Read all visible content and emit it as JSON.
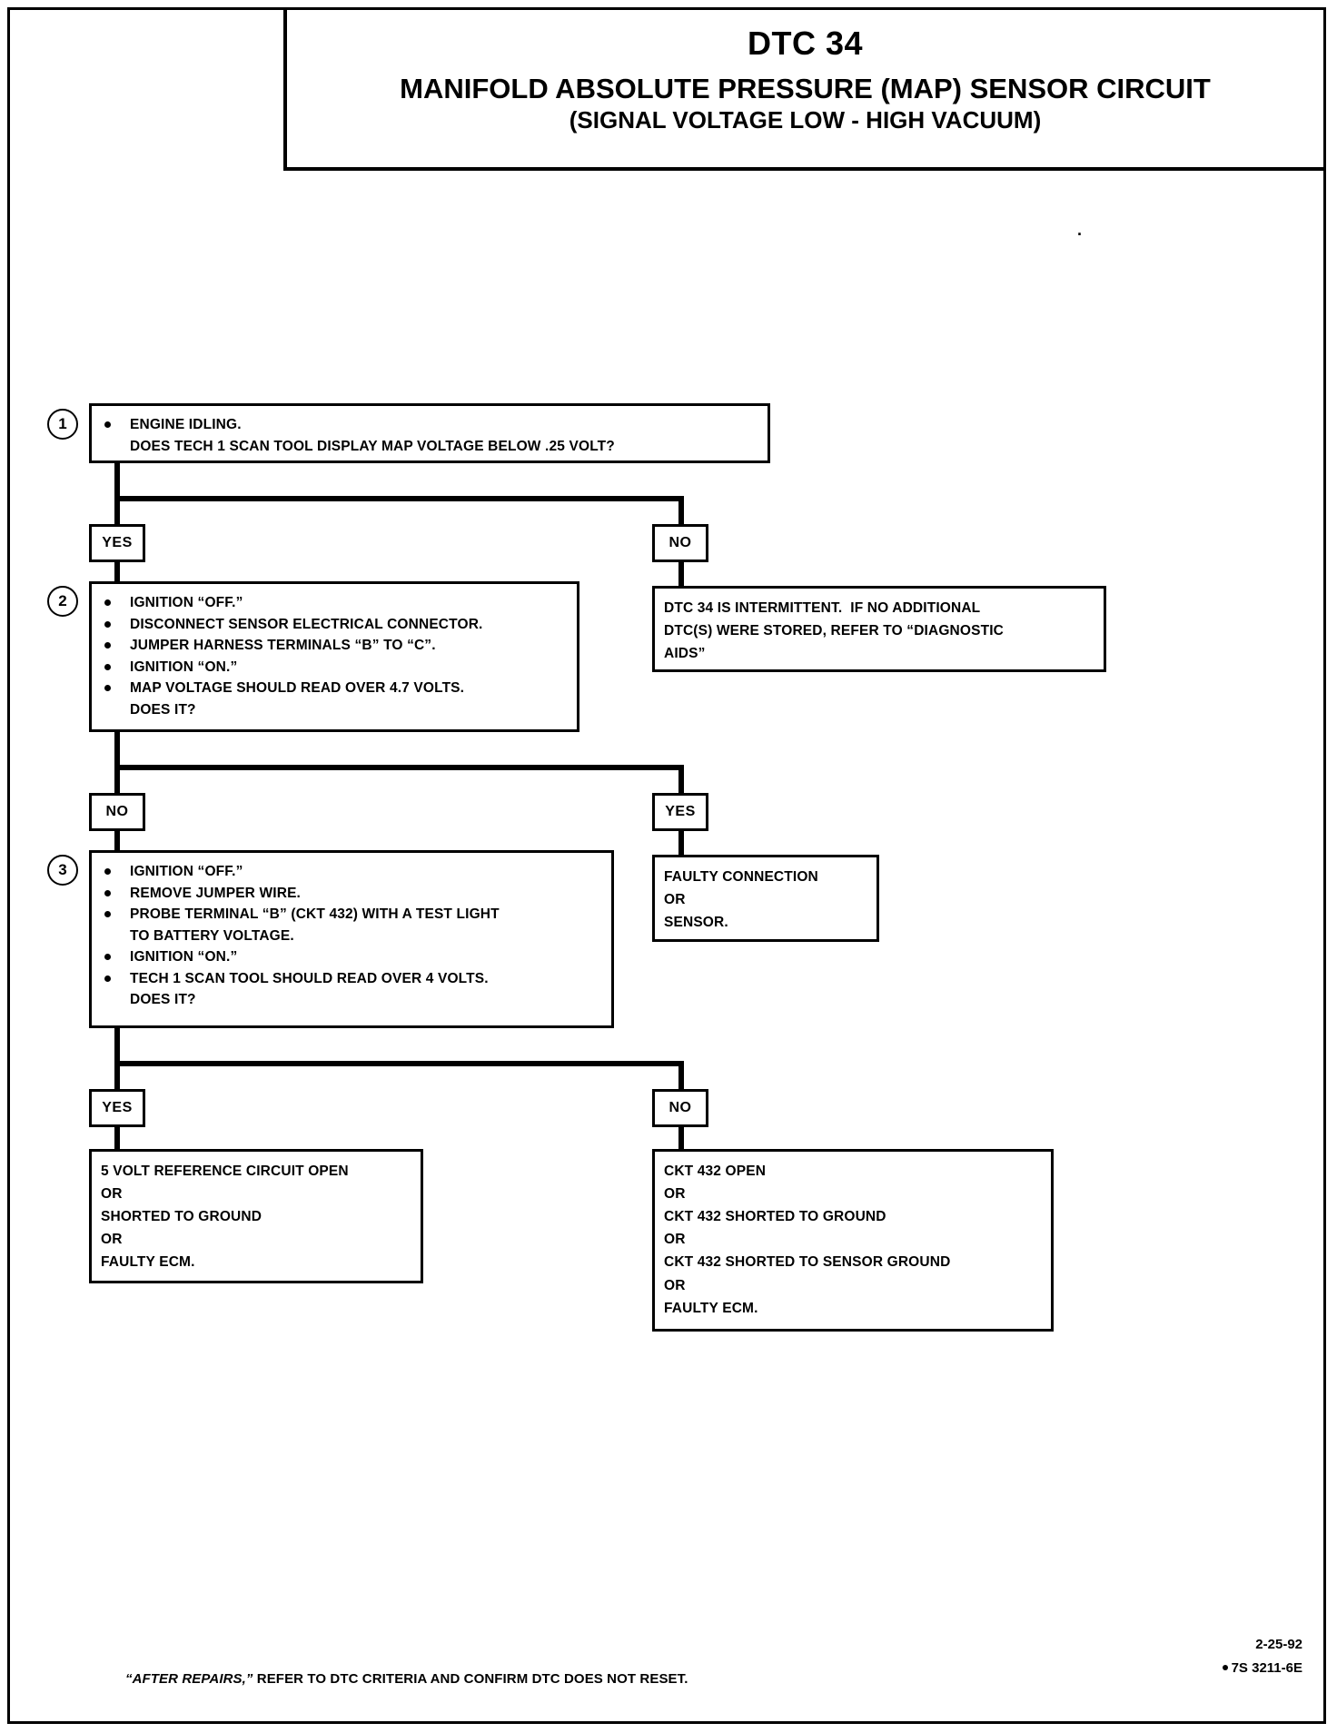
{
  "header": {
    "dtc": "DTC 34",
    "title": "MANIFOLD ABSOLUTE PRESSURE (MAP) SENSOR CIRCUIT",
    "subtitle": "(SIGNAL VOLTAGE LOW - HIGH VACUUM)"
  },
  "steps": {
    "one": {
      "number": "1",
      "bullets": [
        "ENGINE IDLING.\nDOES TECH 1 SCAN TOOL DISPLAY MAP VOLTAGE BELOW .25 VOLT?"
      ]
    },
    "two": {
      "number": "2",
      "bullets": [
        "IGNITION “OFF.”",
        "DISCONNECT SENSOR ELECTRICAL CONNECTOR.",
        "JUMPER HARNESS TERMINALS “B” TO “C”.",
        "IGNITION “ON.”",
        "MAP VOLTAGE SHOULD READ OVER 4.7 VOLTS.\nDOES IT?"
      ]
    },
    "three": {
      "number": "3",
      "bullets": [
        "IGNITION “OFF.”",
        "REMOVE JUMPER WIRE.",
        "PROBE TERMINAL “B” (CKT 432) WITH A TEST LIGHT\nTO BATTERY VOLTAGE.",
        "IGNITION “ON.”",
        "TECH 1 SCAN TOOL SHOULD READ OVER 4 VOLTS.\nDOES IT?"
      ]
    }
  },
  "branch_labels": {
    "step1_yes": "YES",
    "step1_no": "NO",
    "step2_no": "NO",
    "step2_yes": "YES",
    "step3_yes": "YES",
    "step3_no": "NO"
  },
  "results": {
    "intermittent": [
      "DTC 34 IS INTERMITTENT.  IF NO ADDITIONAL",
      "DTC(S) WERE STORED, REFER TO “DIAGNOSTIC",
      "AIDS”"
    ],
    "faulty_connection": [
      "FAULTY CONNECTION",
      "OR",
      "SENSOR."
    ],
    "five_volt_ref": [
      "5 VOLT REFERENCE CIRCUIT OPEN",
      "OR",
      "SHORTED TO GROUND",
      "OR",
      "FAULTY ECM."
    ],
    "ckt432": [
      "CKT 432 OPEN",
      "OR",
      "CKT 432 SHORTED TO GROUND",
      "OR",
      "CKT 432 SHORTED TO SENSOR GROUND",
      "OR",
      "FAULTY ECM."
    ]
  },
  "footer": {
    "note_italic": "“AFTER REPAIRS,”",
    "note_rest": " REFER TO DTC CRITERIA AND CONFIRM DTC DOES NOT RESET.",
    "date": "2-25-92",
    "code": "7S 3211-6E"
  },
  "colors": {
    "ink": "#000000",
    "paper": "#ffffff"
  }
}
